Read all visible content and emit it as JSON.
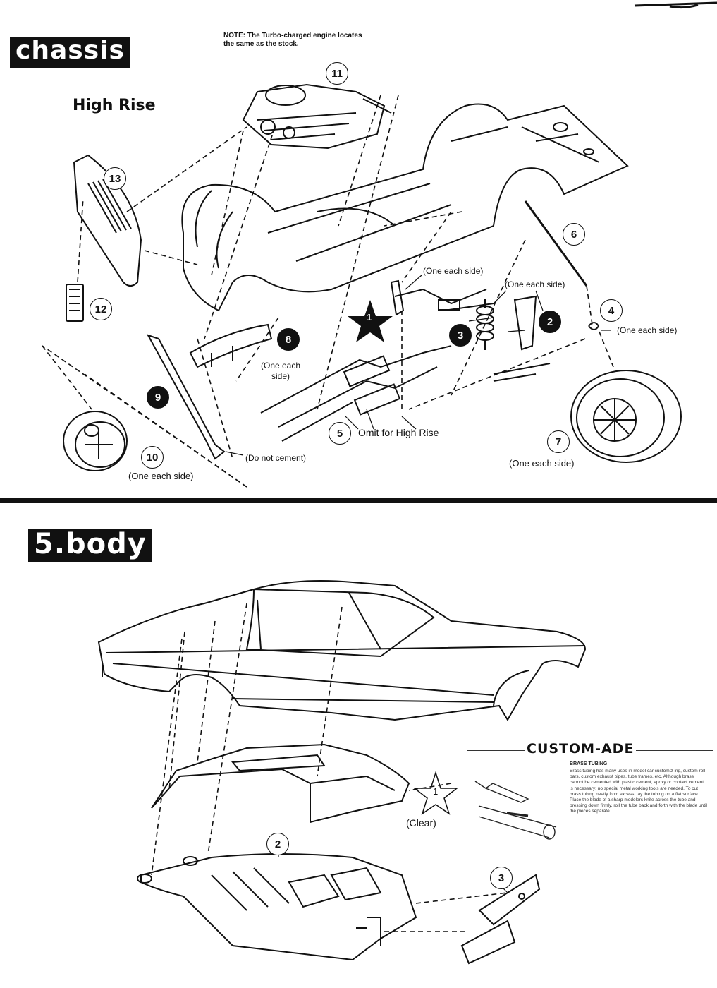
{
  "chassis": {
    "title": "chassis",
    "note": "NOTE: The Turbo-charged engine locates the same as the stock.",
    "subtitle": "High Rise",
    "star_number": "1",
    "callouts": [
      {
        "n": "11",
        "filled": false
      },
      {
        "n": "13",
        "filled": false
      },
      {
        "n": "12",
        "filled": false
      },
      {
        "n": "6",
        "filled": false
      },
      {
        "n": "4",
        "filled": false
      },
      {
        "n": "2",
        "filled": true
      },
      {
        "n": "3",
        "filled": true
      },
      {
        "n": "8",
        "filled": true
      },
      {
        "n": "9",
        "filled": true
      },
      {
        "n": "10",
        "filled": false
      },
      {
        "n": "5",
        "filled": false
      },
      {
        "n": "7",
        "filled": false
      }
    ],
    "labels": {
      "one_each_side_a": "(One each side)",
      "one_each_side_b": "(One each side)",
      "one_each_side_c": "(One each side)",
      "one_each_side_10": "(One each side)",
      "one_each_side_7": "(One each side)",
      "one_each_side_8": "(One each\nside)",
      "do_not_cement": "(Do not cement)",
      "omit_high_rise": "Omit for High Rise"
    }
  },
  "body": {
    "title": "5.body",
    "callouts": [
      {
        "n": "2",
        "filled": false
      },
      {
        "n": "3",
        "filled": false
      }
    ],
    "star_number": "1",
    "clear_label": "(Clear)",
    "custom_ade": {
      "title": "CUSTOM-ADE",
      "heading": "BRASS TUBING",
      "text": "Brass tubing has many uses in model car customiz-ing, custom roll bars, custom exhaust pipes, tube frames, etc. Although brass cannot be cemented with plastic cement, epoxy or contact cement is necessary; no special metal working tools are needed. To cut brass tubing neatly from excess, lay the tubing on a flat surface. Place the blade of a sharp modelers knife across the tube and pressing down firmly, roll the tube back and forth with the blade until the pieces separate."
    }
  },
  "colors": {
    "ink": "#111111",
    "paper": "#ffffff"
  }
}
